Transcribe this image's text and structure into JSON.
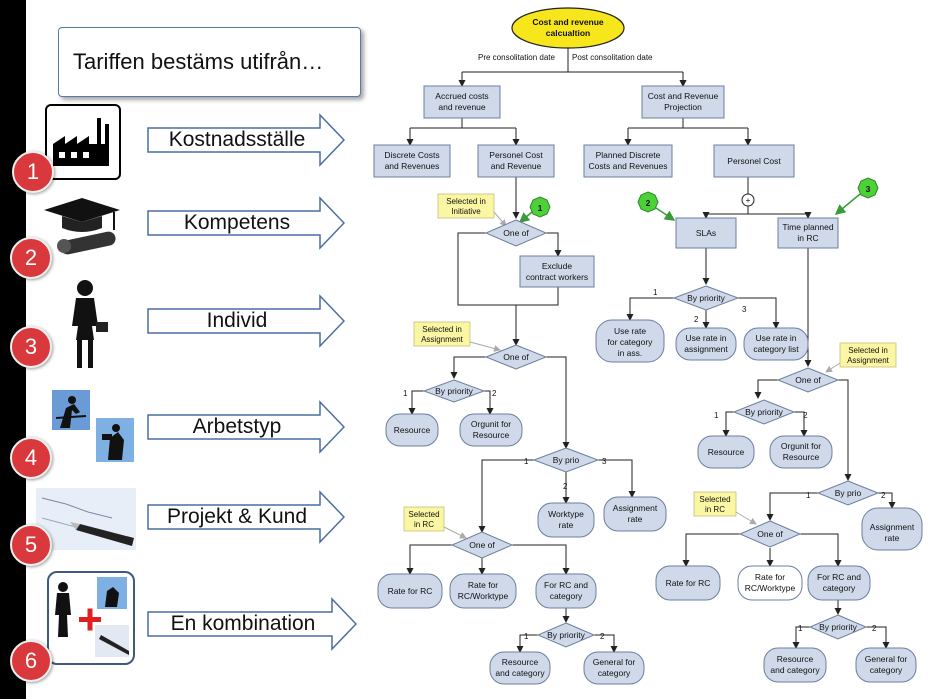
{
  "title": "Tariffen bestäms utifrån…",
  "factors": [
    {
      "number": "1",
      "label": "Kostnadsställe",
      "icon": "factory-icon"
    },
    {
      "number": "2",
      "label": "Kompetens",
      "icon": "graduation-cap-icon"
    },
    {
      "number": "3",
      "label": "Individ",
      "icon": "person-silhouette-icon"
    },
    {
      "number": "4",
      "label": "Arbetstyp",
      "icon": "worker-photos-icon"
    },
    {
      "number": "5",
      "label": "Projekt & Kund",
      "icon": "pen-chart-icon"
    },
    {
      "number": "6",
      "label": "En kombination",
      "icon": "combination-icon"
    }
  ],
  "diagram": {
    "root": "Cost and revenue calcualtion",
    "pre_label": "Pre consolitation date",
    "post_label": "Post consolitation date",
    "left": {
      "accrued": "Accrued costs and revenue",
      "discrete": "Discrete Costs and Revenues",
      "personel": "Personel Cost and Revenue",
      "note_initiative": "Selected in Initiative",
      "one_of_1": "One of",
      "exclude": "Exclude contract workers",
      "note_assignment": "Selected in Assignment",
      "one_of_2": "One of",
      "by_priority": "By priority",
      "resource": "Resource",
      "orgunit": "Orgunit for Resource",
      "by_prio": "By prio",
      "worktype_rate": "Worktype rate",
      "assignment_rate": "Assignment rate",
      "note_rc": "Selected in RC",
      "one_of_3": "One of",
      "rate_rc": "Rate for RC",
      "rate_rc_worktype": "Rate for RC/Worktype",
      "for_rc_category": "For RC and category",
      "by_priority_2": "By priority",
      "resource_category": "Resource and category",
      "general_category": "General for category"
    },
    "right": {
      "projection": "Cost and Revenue Projection",
      "planned": "Planned Discrete Costs and Revenues",
      "personel": "Personel Cost",
      "plus": "+",
      "slas": "SLAs",
      "time_planned": "Time planned in RC",
      "by_priority": "By priority",
      "use_rate_category": "Use rate for category in ass.",
      "use_rate_assignment": "Use rate in assignment",
      "use_rate_list": "Use rate in category list",
      "note_assignment": "Selected in Assignment",
      "one_of_1": "One of",
      "by_priority_2": "By priority",
      "resource": "Resource",
      "orgunit": "Orgunit for Resource",
      "by_prio": "By prio",
      "assignment_rate": "Assignment rate",
      "note_rc": "Selected in RC",
      "one_of_2": "One of",
      "rate_rc": "Rate for RC",
      "rate_rc_worktype": "Rate for RC/Worktype",
      "for_rc_category": "For RC and category",
      "by_priority_3": "By priority",
      "resource_category": "Resource and category",
      "general_category": "General for category"
    },
    "badges": [
      "1",
      "2",
      "3"
    ],
    "edge_labels": {
      "n1": "1",
      "n2": "2",
      "n3": "3"
    }
  }
}
